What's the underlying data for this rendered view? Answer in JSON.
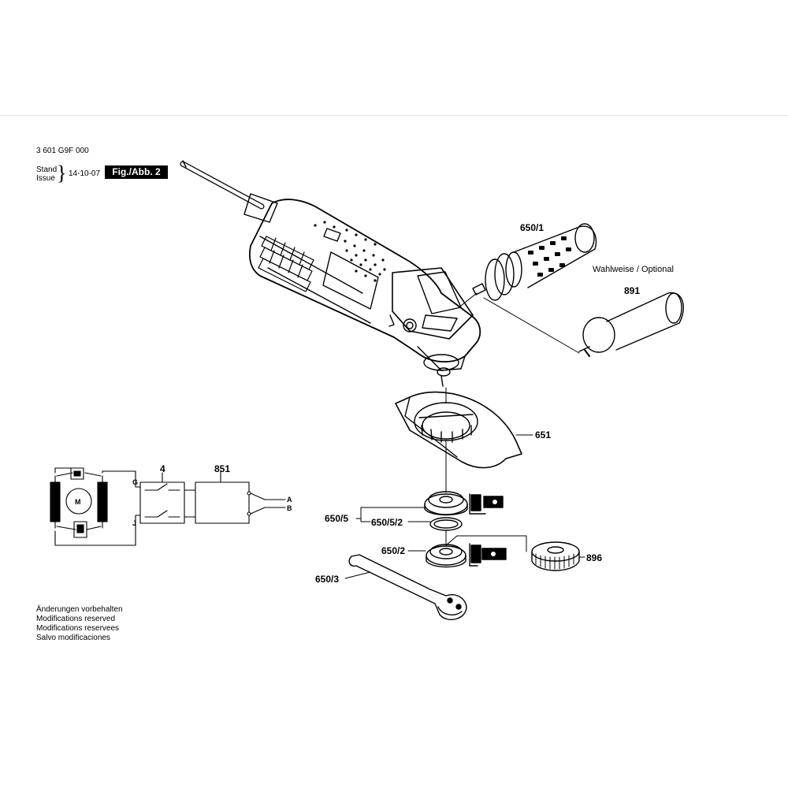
{
  "header": {
    "doc_number": "3 601 G9F 000",
    "stand_label": "Stand",
    "issue_label": "Issue",
    "date": "14-10-07",
    "figure_label": "Fig./Abb. 2"
  },
  "parts": {
    "p650_1": "650/1",
    "optional": "Wahlweise / Optional",
    "p891": "891",
    "p651": "651",
    "p4": "4",
    "p851": "851",
    "p650_5": "650/5",
    "p650_5_2": "650/5/2",
    "p650_2": "650/2",
    "p896": "896",
    "p650_3": "650/3"
  },
  "wiring": {
    "motor": "M",
    "terminal_g": "G",
    "terminal_j": "J",
    "terminal_a": "A",
    "terminal_b": "B"
  },
  "notes": [
    "Änderungen vorbehalten",
    "Modifications reserved",
    "Modifications reservees",
    "Salvo modificaciones"
  ]
}
